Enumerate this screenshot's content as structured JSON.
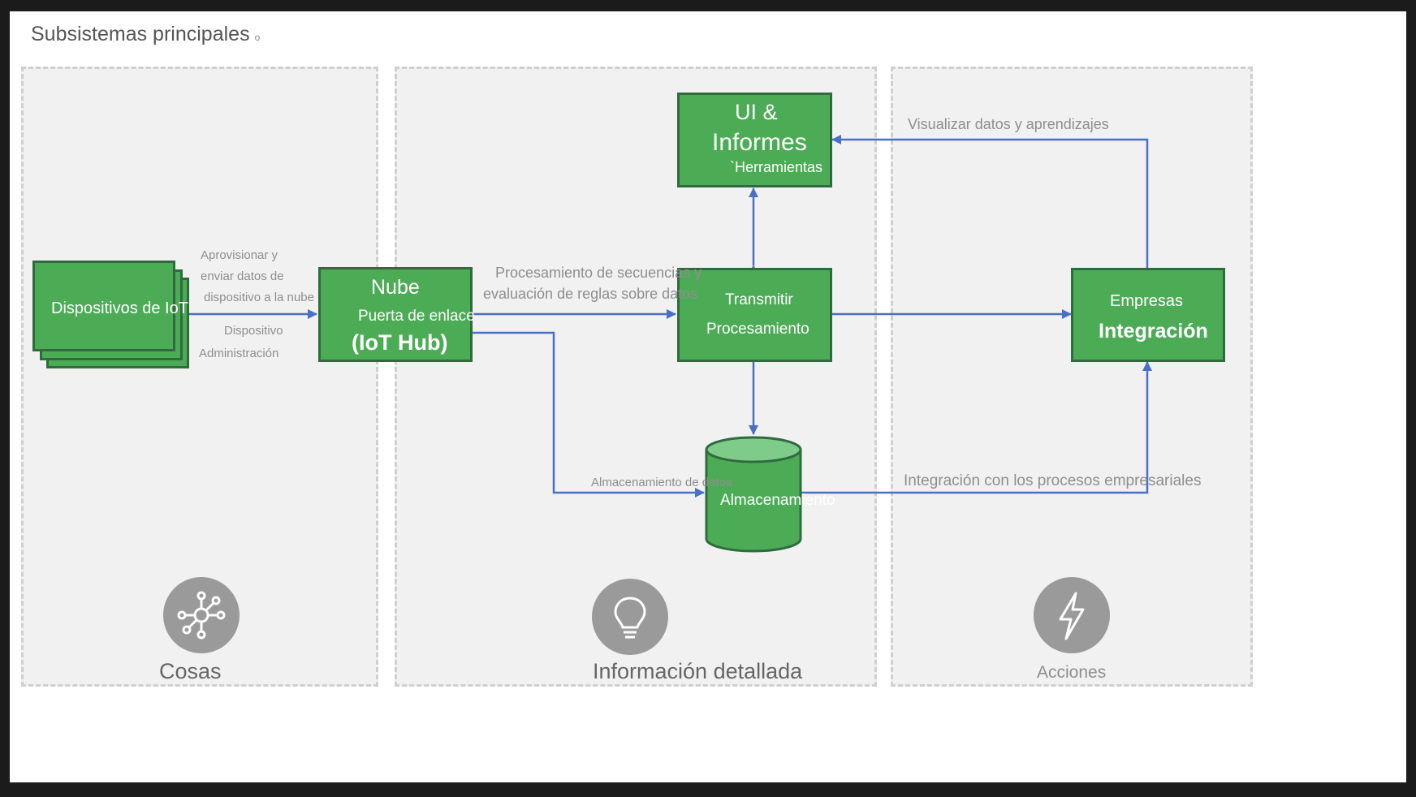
{
  "title": "Subsistemas principales",
  "title_marker": "o",
  "colors": {
    "box_fill": "#4cac56",
    "box_border": "#2f6b3e",
    "arrow": "#4a6fc6",
    "panel": "#f1f1f1",
    "icon_circle": "#9a9a9a"
  },
  "nodes": {
    "iot_devices": {
      "label": "Dispositivos de IoT"
    },
    "gateway": {
      "line1": "Nube",
      "line2": "Puerta de enlace",
      "line3": "(IoT Hub)"
    },
    "ui_reports": {
      "line1": "UI &",
      "line2": "Informes",
      "line3": "`Herramientas"
    },
    "stream": {
      "line1": "Transmitir",
      "line2": "Procesamiento"
    },
    "storage": {
      "label": "Almacenamiento"
    },
    "business": {
      "line1": "Empresas",
      "line2": "Integración"
    }
  },
  "edge_labels": {
    "provision_1": "Aprovisionar y",
    "provision_2": "enviar datos de",
    "provision_3": "dispositivo a la nube",
    "device_mgmt_1": "Dispositivo",
    "device_mgmt_2": "Administración",
    "stream_1": "Procesamiento de secuencias y",
    "stream_2": "evaluación de reglas sobre datos",
    "visualize": "Visualizar datos y aprendizajes",
    "data_storage": "Almacenamiento de datos",
    "integration": "Integración con los procesos empresariales"
  },
  "columns": [
    {
      "label": "Cosas",
      "icon": "network-hub-icon"
    },
    {
      "label": "Información detallada",
      "icon": "lightbulb-icon"
    },
    {
      "label": "Acciones",
      "icon": "lightning-bolt-icon"
    }
  ]
}
